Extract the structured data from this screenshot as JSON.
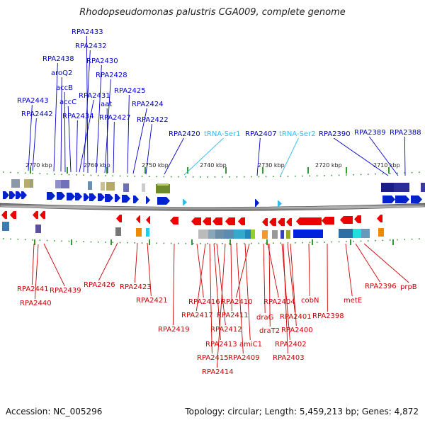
{
  "title": "Rhodopseudomonas palustris CGA009, complete genome",
  "accession": "Accession: NC_005296",
  "topology": "Topology: circular; Length: 5,459,213 bp; Genes: 4,872",
  "colors": {
    "top_label": "#0000cc",
    "top_label_trna": "#33bbee",
    "bottom_label": "#cc0000",
    "forward_gene": "#0022cc",
    "reverse_gene": "#ee0000",
    "tick": "#339933"
  },
  "ruler": [
    "2770 kbp",
    "2760 kbp",
    "2750 kbp",
    "2740 kbp",
    "2730 kbp",
    "2720 kbp",
    "2710 kbp"
  ],
  "top_labels": [
    "RPA2433",
    "RPA2432",
    "RPA2438",
    "RPA2430",
    "aroQ2",
    "RPA2428",
    "accB",
    "RPA2425",
    "RPA2431",
    "accC",
    "aat",
    "RPA2443",
    "RPA2424",
    "RPA2442",
    "RPA2434",
    "RPA2427",
    "RPA2422",
    "RPA2420",
    "tRNA-Ser1",
    "RPA2407",
    "tRNA-Ser2",
    "RPA2390",
    "RPA2389",
    "RPA2388"
  ],
  "bottom_labels": [
    "RPA2441",
    "RPA2439",
    "RPA2426",
    "RPA2423",
    "RPA2396",
    "prpB",
    "RPA2440",
    "RPA2421",
    "metE",
    "RPA2416",
    "RPA2410",
    "RPA2404",
    "cobN",
    "RPA2417",
    "RPA2411",
    "draG",
    "RPA2401",
    "RPA2398",
    "RPA2419",
    "RPA2412",
    "draT2",
    "RPA2400",
    "RPA2413",
    "amiC1",
    "RPA2402",
    "RPA2415",
    "RPA2409",
    "RPA2403",
    "RPA2414"
  ]
}
